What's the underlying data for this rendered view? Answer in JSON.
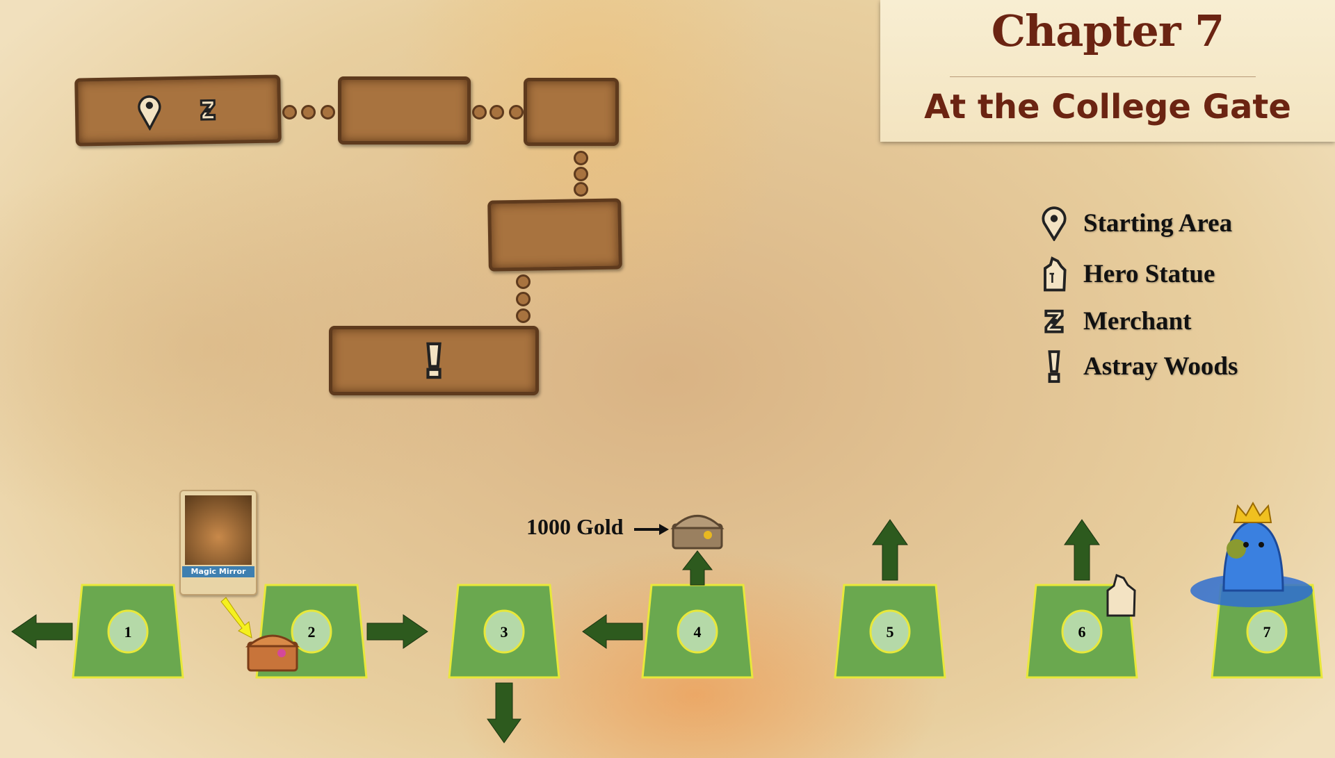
{
  "header": {
    "chapter": "Chapter 7",
    "subtitle": "At the College Gate"
  },
  "legend": [
    {
      "icon": "map-pin-icon",
      "label": "Starting Area"
    },
    {
      "icon": "hero-statue-icon",
      "label": "Hero Statue"
    },
    {
      "icon": "merchant-icon",
      "label": "Merchant"
    },
    {
      "icon": "exclamation-icon",
      "label": "Astray Woods"
    }
  ],
  "rooms": [
    "1",
    "2",
    "3",
    "4",
    "5",
    "6",
    "7"
  ],
  "annotations": {
    "gold": "1000 Gold",
    "card_name": "Magic Mirror"
  },
  "colors": {
    "title": "#6b2412",
    "room_fill": "#6aa84f",
    "room_border": "#e8e83a",
    "arrow": "#2d5a1e",
    "map_box": "#a8733f"
  }
}
